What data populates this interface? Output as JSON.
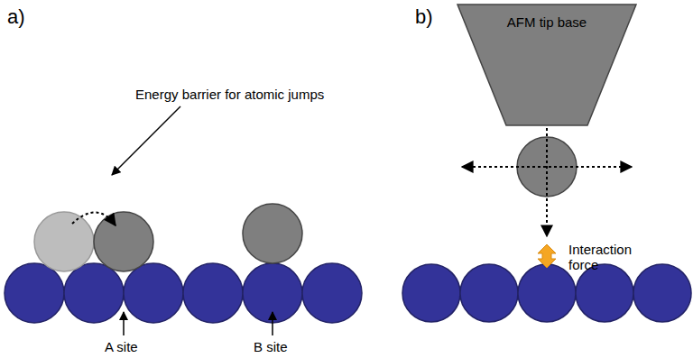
{
  "diagram": {
    "nodes": [
      {
        "text": [
          "AFM tip base"
        ]
      }
    ],
    "labels": [
      "a)",
      "Energy barrier for atomic jumps",
      "A site",
      "B site",
      "b)",
      "Interaction force"
    ]
  }
}
